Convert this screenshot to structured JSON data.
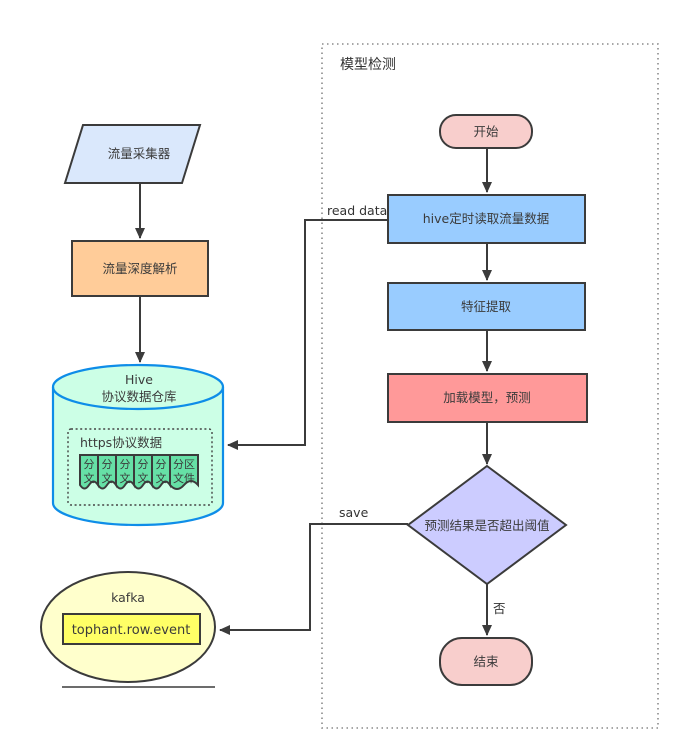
{
  "colors": {
    "stroke": "#3b3b3b",
    "collector_fill": "#dae8fc",
    "parser_fill": "#ffcc99",
    "process_fill": "#99ccff",
    "predict_fill": "#ff9999",
    "decision_fill": "#ccccff",
    "terminal_fill": "#f8cecc",
    "cylinder_fill": "#ccffe6",
    "cylinder_stroke": "#0e8de8",
    "doc_fill": "#66e0a6",
    "kafka_fill": "#ffffcc",
    "topic_fill": "#ffff66",
    "group_border": "#8a8a8a"
  },
  "left_flow": {
    "collector": "流量采集器",
    "parser": "流量深度解析",
    "hive": {
      "line1": "Hive",
      "line2": "协议数据仓库",
      "https_label": "https协议数据",
      "doc_small": {
        "line1": "分",
        "line2": "文"
      },
      "doc_wide": {
        "line1": "分区",
        "line2": "文件"
      }
    },
    "kafka": {
      "title": "kafka",
      "topic": "tophant.row.event"
    }
  },
  "model_group": {
    "title": "模型检测",
    "start": "开始",
    "read": "hive定时读取流量数据",
    "feature": "特征提取",
    "predict": "加载模型，预测",
    "decision": "预测结果是否超出阈值",
    "no": "否",
    "end": "结束"
  },
  "edge_labels": {
    "read_data": "read data",
    "save": "save"
  }
}
